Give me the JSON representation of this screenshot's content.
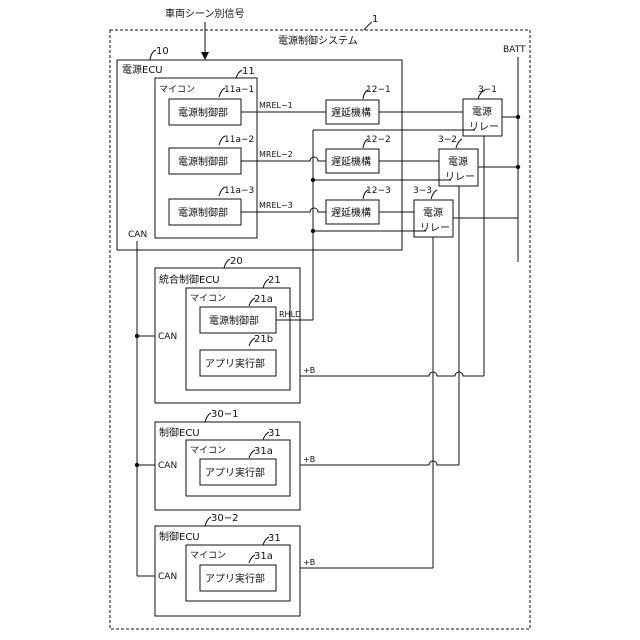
{
  "input_signal": "車両シーン別信号",
  "system": {
    "ref": "1",
    "title": "電源制御システム"
  },
  "batt_label": "BATT",
  "power_ecu": {
    "ref": "10",
    "title": "電源ECU",
    "can_label": "CAN"
  },
  "micon": {
    "ref": "11",
    "title": "マイコン"
  },
  "control_units": [
    {
      "ref": "11a−1",
      "label": "電源制御部",
      "signal": "MREL−1"
    },
    {
      "ref": "11a−2",
      "label": "電源制御部",
      "signal": "MREL−2"
    },
    {
      "ref": "11a−3",
      "label": "電源制御部",
      "signal": "MREL−3"
    }
  ],
  "delays": [
    {
      "ref": "12−1",
      "label": "遅延機構"
    },
    {
      "ref": "12−2",
      "label": "遅延機構"
    },
    {
      "ref": "12−3",
      "label": "遅延機構"
    }
  ],
  "relays": [
    {
      "ref": "3−1",
      "line1": "電源",
      "line2": "リレー"
    },
    {
      "ref": "3−2",
      "line1": "電源",
      "line2": "リレー"
    },
    {
      "ref": "3−3",
      "line1": "電源",
      "line2": "リレー"
    }
  ],
  "integrated_ecu": {
    "ref": "20",
    "title": "統合制御ECU",
    "can_label": "CAN",
    "micon_ref": "21",
    "micon_title": "マイコン",
    "power_ref": "21a",
    "power_label": "電源制御部",
    "rhld": "RHLD",
    "app_ref": "21b",
    "app_label": "アプリ実行部",
    "plus_b": "+B"
  },
  "control_ecus": [
    {
      "ref": "30−1",
      "title": "制御ECU",
      "can_label": "CAN",
      "micon_ref": "31",
      "micon_title": "マイコン",
      "app_ref": "31a",
      "app_label": "アプリ実行部",
      "plus_b": "+B"
    },
    {
      "ref": "30−2",
      "title": "制御ECU",
      "can_label": "CAN",
      "micon_ref": "31",
      "micon_title": "マイコン",
      "app_ref": "31a",
      "app_label": "アプリ実行部",
      "plus_b": "+B"
    }
  ]
}
